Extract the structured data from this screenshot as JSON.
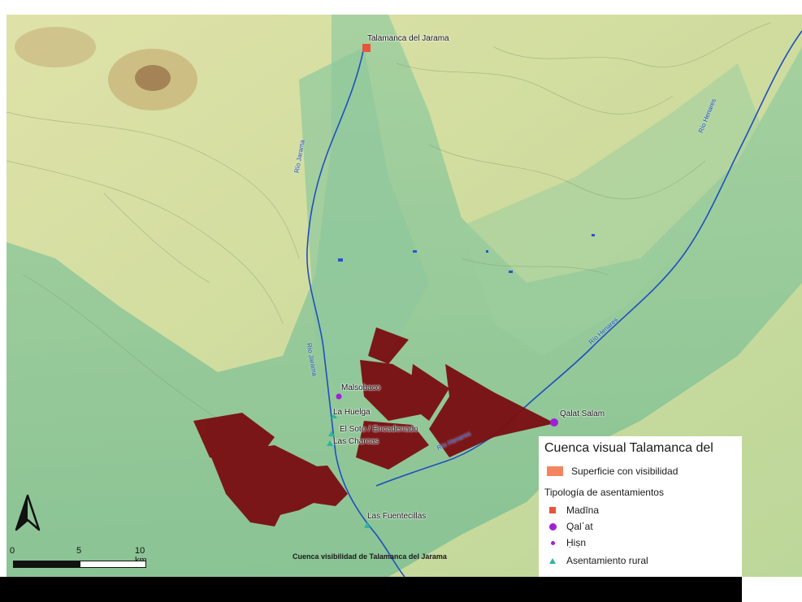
{
  "map": {
    "settlements": [
      {
        "name": "Talamanca del Jarama",
        "type": "madina"
      },
      {
        "name": "Malsobaco",
        "type": "hisn"
      },
      {
        "name": "La Huelga",
        "type": "rural"
      },
      {
        "name": "El Soto / Encadenado",
        "type": "rural"
      },
      {
        "name": "Las Charcas",
        "type": "rural"
      },
      {
        "name": "Qalat Salam",
        "type": "qalat"
      },
      {
        "name": "Las Fuentecillas",
        "type": "rural"
      }
    ],
    "rivers": [
      "Río Jarama",
      "Río Jarama",
      "Río Henares",
      "Río Henares",
      "Río Henares"
    ],
    "colors": {
      "visibility": "#7a0d12",
      "madina": "#e8553a",
      "qalat": "#a020d8",
      "hisn": "#a020d8",
      "rural": "#2fb5a0",
      "river": "#1f4fbf",
      "valley": "#8fc7a0",
      "upland": "#d9dfa4"
    }
  },
  "legend": {
    "title": "Cuenca visual Talamanca del",
    "visibility_label": "Superficie con visibilidad",
    "typology_heading": "Tipología de asentamientos",
    "items": [
      {
        "label": "Madīna",
        "symbol": "square",
        "color": "#e8553a"
      },
      {
        "label": "Qal῾at",
        "symbol": "circle-large",
        "color": "#a020d8"
      },
      {
        "label": "Ḥiṣn",
        "symbol": "circle-small",
        "color": "#a020d8"
      },
      {
        "label": "Asentamiento rural",
        "symbol": "triangle",
        "color": "#2fb5a0"
      }
    ],
    "visibility_color": "#f4845f"
  },
  "scalebar": {
    "ticks": [
      "0",
      "5",
      "10 km"
    ]
  },
  "caption": "Cuenca visibilidad de Talamanca del Jarama",
  "north_arrow": "north-arrow-icon"
}
